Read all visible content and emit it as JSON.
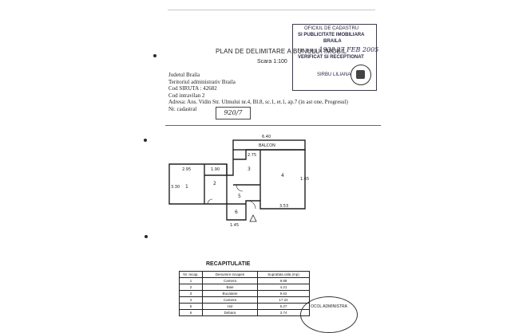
{
  "header": {
    "title": "PLAN DE DELIMITARE A BUNULUI IMOBIL",
    "scale": "Scara 1:100"
  },
  "stamp": {
    "line1": "OFICIUL DE CADASTRU",
    "line2": "SI PUBLICITATE IMOBILIARA",
    "line3": "BRAILA",
    "reg_label": "Nr. Inreg.",
    "reg_number": "1938",
    "date": "27 FEB 2005",
    "received": "VERIFICAT SI RECEPTIONAT",
    "name": "SIRBU LILIANA"
  },
  "info": {
    "judet": "Judetul Braila",
    "teritoriu": "Teritoriul administrativ Braila",
    "siruta": "Cod SIRUTA : 42682",
    "intravilan": "Cod intravilan 2",
    "adresa": "Adresa: Ans. Vidin  Str. Ulmului nr.4, Bl.8, sc.1, et.1, ap.7 (in ast one, Progresul)",
    "cadastral_label": "Nr. cadastral",
    "cadastral_value": "920/7"
  },
  "plan": {
    "balcon_label": "BALCON",
    "dims": [
      "6.40",
      "2.95",
      "1.90",
      "2.75",
      "3.30",
      "3.53",
      "1.45",
      "1.65"
    ],
    "rooms": [
      "1",
      "2",
      "3",
      "4",
      "5",
      "6"
    ]
  },
  "recap": {
    "title": "RECAPITULATIE",
    "headers": [
      "Nr. Incap.",
      "Denumire incaperi",
      "Suprafata utila (mp)"
    ],
    "rows": [
      [
        "1",
        "Camera",
        "9.88"
      ],
      [
        "2",
        "Baie",
        "4.21"
      ],
      [
        "3",
        "Bucatarie",
        "9.62"
      ],
      [
        "4",
        "Camera",
        "17.22"
      ],
      [
        "5",
        "Hol",
        "5.27"
      ],
      [
        "6",
        "Debara",
        "3.74"
      ]
    ]
  },
  "stamp2": {
    "text": "OCOL ADMINISTRA"
  }
}
